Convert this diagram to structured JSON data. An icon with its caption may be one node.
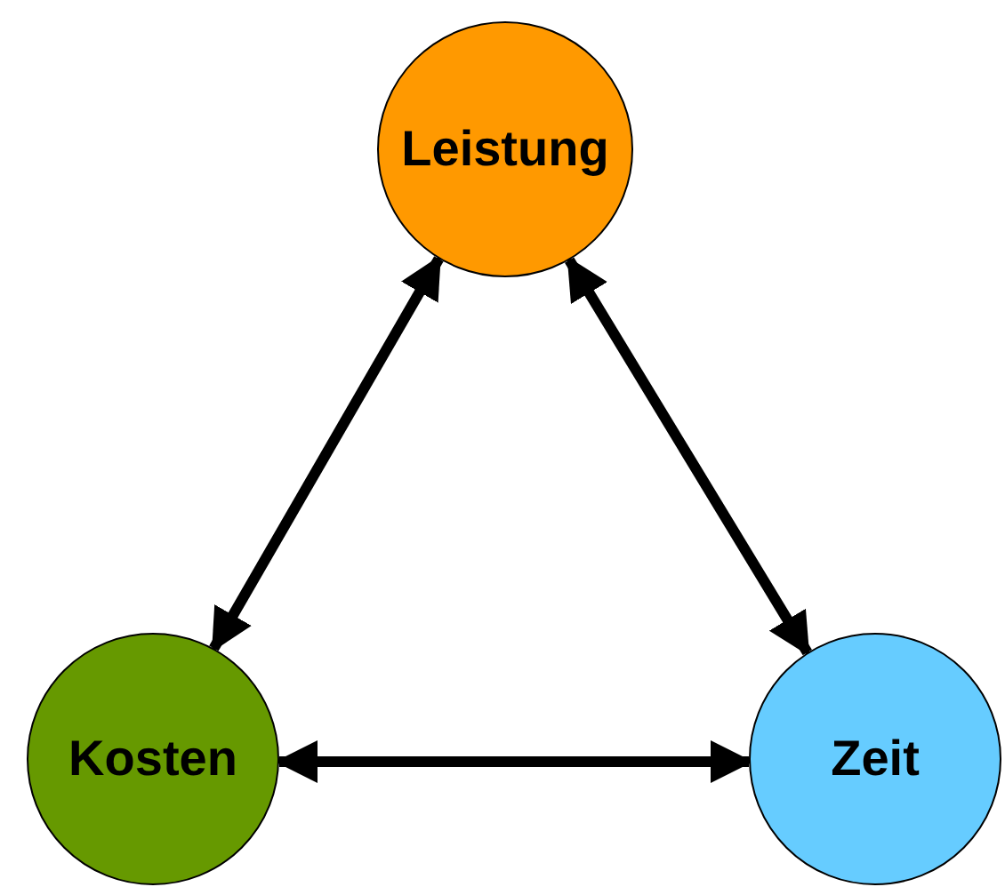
{
  "diagram": {
    "nodes": [
      {
        "text": [
          "Leistung"
        ]
      },
      {
        "text": [
          "Kosten"
        ]
      },
      {
        "text": [
          "Zeit"
        ]
      }
    ],
    "edges": [
      {
        "from": 0,
        "to": 1,
        "arrow": "both"
      },
      {
        "from": 0,
        "to": 2,
        "arrow": "both"
      },
      {
        "from": 1,
        "to": 2,
        "arrow": "both"
      }
    ]
  }
}
